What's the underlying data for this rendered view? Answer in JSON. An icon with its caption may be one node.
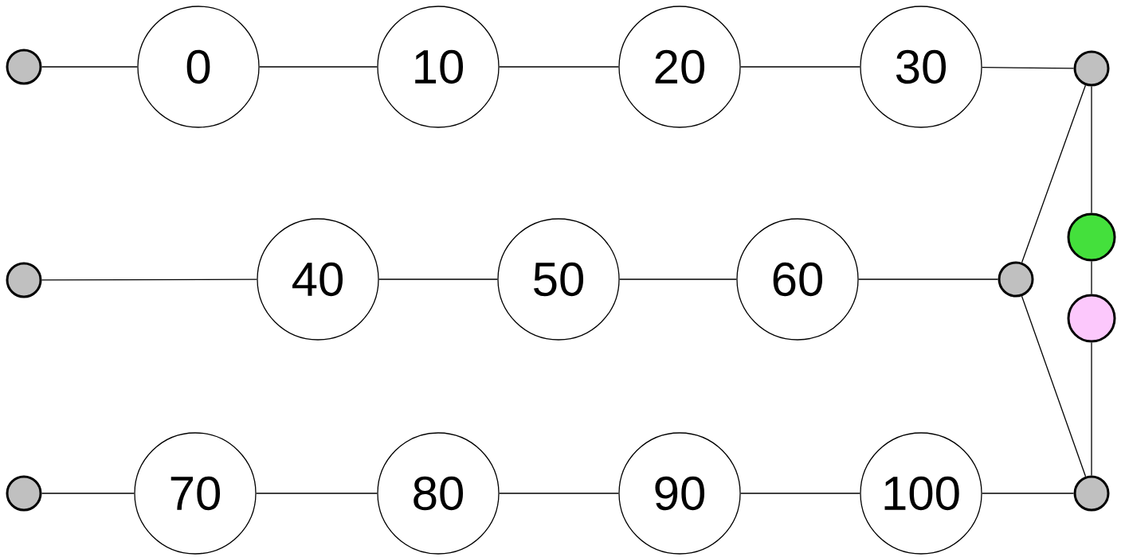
{
  "diagram": {
    "nodes": [
      {
        "text": [],
        "shape": "circle"
      },
      {
        "text": [
          "0"
        ]
      },
      {
        "text": [
          "10"
        ]
      },
      {
        "text": [
          "20"
        ]
      },
      {
        "text": [
          "30"
        ]
      },
      {
        "text": [],
        "shape": "circle"
      },
      {
        "text": [],
        "shape": "circle"
      },
      {
        "text": [
          "40"
        ]
      },
      {
        "text": [
          "50"
        ]
      },
      {
        "text": [
          "60"
        ]
      },
      {
        "text": [],
        "shape": "circle"
      },
      {
        "text": [],
        "shape": "circle"
      },
      {
        "text": [],
        "shape": "circle"
      },
      {
        "text": [],
        "shape": "circle"
      },
      {
        "text": [
          "70"
        ]
      },
      {
        "text": [
          "80"
        ]
      },
      {
        "text": [
          "90"
        ]
      },
      {
        "text": [
          "100"
        ]
      },
      {
        "text": [],
        "shape": "circle"
      }
    ],
    "edges": [
      {
        "from": 0,
        "to": 1,
        "arrow": "none"
      },
      {
        "from": 1,
        "to": 2,
        "arrow": "none"
      },
      {
        "from": 2,
        "to": 3,
        "arrow": "none"
      },
      {
        "from": 3,
        "to": 4,
        "arrow": "none"
      },
      {
        "from": 4,
        "to": 5,
        "arrow": "none"
      },
      {
        "from": 6,
        "to": 7,
        "arrow": "none"
      },
      {
        "from": 7,
        "to": 8,
        "arrow": "none"
      },
      {
        "from": 8,
        "to": 9,
        "arrow": "none"
      },
      {
        "from": 9,
        "to": 10,
        "arrow": "none"
      },
      {
        "from": 13,
        "to": 14,
        "arrow": "none"
      },
      {
        "from": 14,
        "to": 15,
        "arrow": "none"
      },
      {
        "from": 15,
        "to": 16,
        "arrow": "none"
      },
      {
        "from": 16,
        "to": 17,
        "arrow": "none"
      },
      {
        "from": 17,
        "to": 18,
        "arrow": "none"
      },
      {
        "from": 5,
        "to": 10,
        "arrow": "none"
      },
      {
        "from": 10,
        "to": 18,
        "arrow": "none"
      },
      {
        "from": 5,
        "to": 11,
        "arrow": "none"
      },
      {
        "from": 11,
        "to": 12,
        "arrow": "none"
      },
      {
        "from": 12,
        "to": 18,
        "arrow": "none"
      }
    ]
  }
}
